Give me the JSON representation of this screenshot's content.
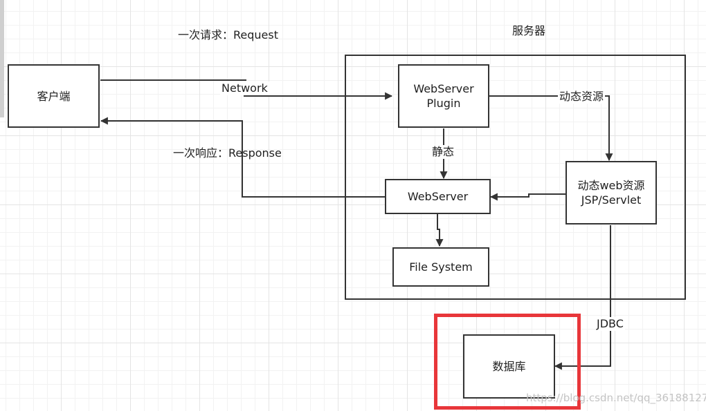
{
  "labels": {
    "request": "一次请求：Request",
    "response": "一次响应：Response",
    "server_title": "服务器",
    "network": "Network",
    "dynamic_resource": "动态资源",
    "static": "静态",
    "jdbc": "JDBC"
  },
  "nodes": {
    "client": "客户端",
    "webserver_plugin": "WebServer\nPlugin",
    "webserver": "WebServer",
    "file_system": "File System",
    "dynamic_web": "动态web资源\nJSP/Servlet",
    "database": "数据库"
  },
  "colors": {
    "stroke": "#333333",
    "highlight": "#e8363a",
    "watermark": "#c4c4c4"
  },
  "watermark": "https://blog.csdn.net/qq_36188127"
}
